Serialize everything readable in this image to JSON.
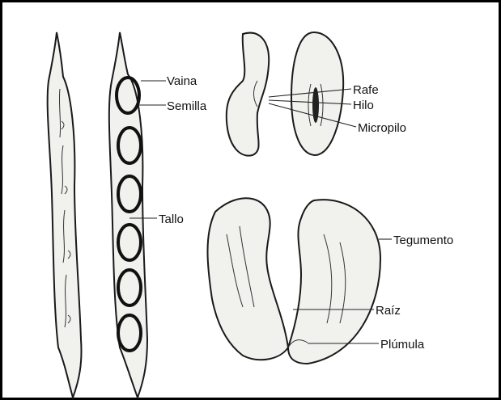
{
  "labels": {
    "vaina": "Vaina",
    "semilla": "Semilla",
    "tallo": "Tallo",
    "rafe": "Rafe",
    "hilo": "Hilo",
    "micropilo": "Micropilo",
    "tegumento": "Tegumento",
    "raiz": "Raíz",
    "plumula": "Plúmula"
  },
  "colors": {
    "ink": "#1a1a1a",
    "paper": "#f1f1ee",
    "border": "#000000"
  }
}
